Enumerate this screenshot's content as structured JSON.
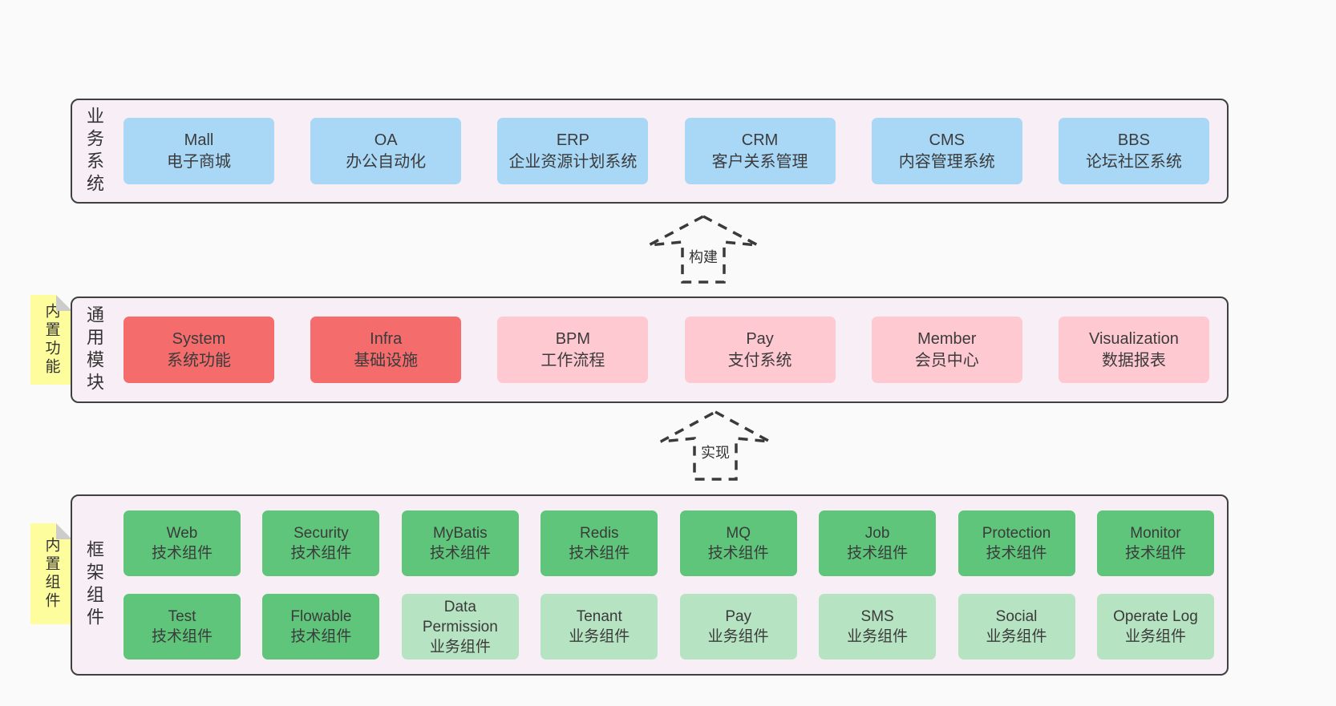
{
  "colors": {
    "page_bg": "#fafafa",
    "band_bg": "#f8eef6",
    "band_border": "#404040",
    "blue_box": "#a9d8f7",
    "red_box": "#f56c6c",
    "pink_box": "#ffc9d2",
    "green_box": "#5ec57b",
    "light_green_box": "#b6e3c2",
    "sticky_yellow": "#fdfd9e",
    "fold_gray": "#cccccc",
    "text": "#3b3b3b"
  },
  "arrows": [
    {
      "label": "构建"
    },
    {
      "label": "实现"
    }
  ],
  "bands": [
    {
      "label": "业务系统",
      "items": [
        {
          "en": "Mall",
          "cn": "电子商城"
        },
        {
          "en": "OA",
          "cn": "办公自动化"
        },
        {
          "en": "ERP",
          "cn": "企业资源计划系统"
        },
        {
          "en": "CRM",
          "cn": "客户关系管理"
        },
        {
          "en": "CMS",
          "cn": "内容管理系统"
        },
        {
          "en": "BBS",
          "cn": "论坛社区系统"
        }
      ]
    },
    {
      "label": "通用模块",
      "sticky": "内置功能",
      "items": [
        {
          "en": "System",
          "cn": "系统功能"
        },
        {
          "en": "Infra",
          "cn": "基础设施"
        },
        {
          "en": "BPM",
          "cn": "工作流程"
        },
        {
          "en": "Pay",
          "cn": "支付系统"
        },
        {
          "en": "Member",
          "cn": "会员中心"
        },
        {
          "en": "Visualization",
          "cn": "数据报表"
        }
      ]
    },
    {
      "label": "框架组件",
      "sticky": "内置组件",
      "rows": [
        [
          {
            "en": "Web",
            "cn": "技术组件"
          },
          {
            "en": "Security",
            "cn": "技术组件"
          },
          {
            "en": "MyBatis",
            "cn": "技术组件"
          },
          {
            "en": "Redis",
            "cn": "技术组件"
          },
          {
            "en": "MQ",
            "cn": "技术组件"
          },
          {
            "en": "Job",
            "cn": "技术组件"
          },
          {
            "en": "Protection",
            "cn": "技术组件"
          },
          {
            "en": "Monitor",
            "cn": "技术组件"
          }
        ],
        [
          {
            "en": "Test",
            "cn": "技术组件"
          },
          {
            "en": "Flowable",
            "cn": "技术组件"
          },
          {
            "en": "Data Permission",
            "cn": "业务组件"
          },
          {
            "en": "Tenant",
            "cn": "业务组件"
          },
          {
            "en": "Pay",
            "cn": "业务组件"
          },
          {
            "en": "SMS",
            "cn": "业务组件"
          },
          {
            "en": "Social",
            "cn": "业务组件"
          },
          {
            "en": "Operate Log",
            "cn": "业务组件"
          }
        ]
      ]
    }
  ]
}
